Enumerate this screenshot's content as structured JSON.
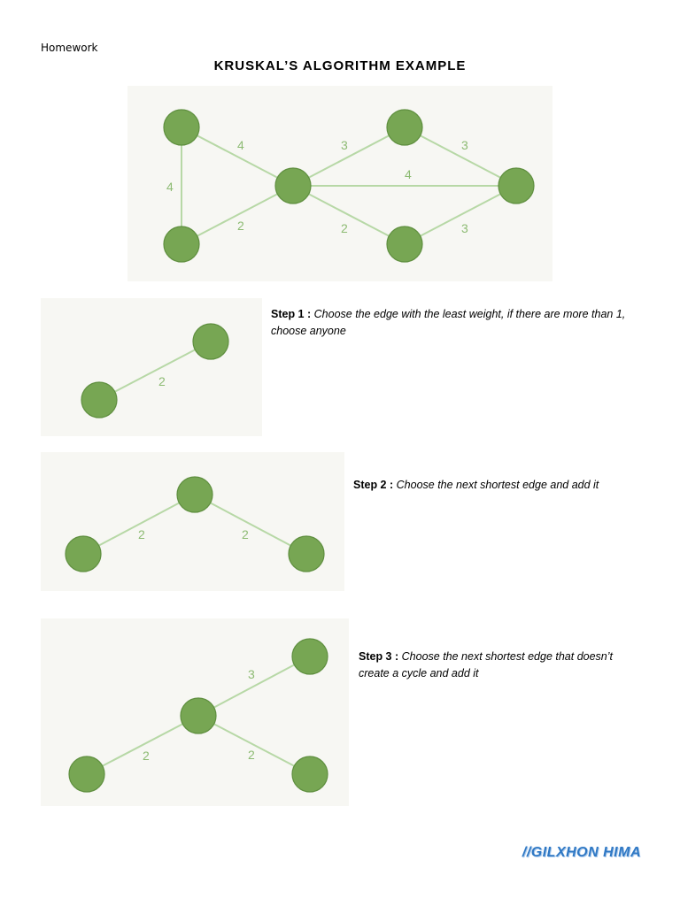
{
  "header": {
    "label": "Homework"
  },
  "title": "KRUSKAL’S ALGORITHM EXAMPLE",
  "main_graph": {
    "weights": [
      "4",
      "4",
      "2",
      "3",
      "4",
      "2",
      "3",
      "3"
    ]
  },
  "steps": [
    {
      "label": "Step 1 :",
      "text": "Choose the edge with the least weight, if there are more than 1, choose anyone",
      "weights": [
        "2"
      ]
    },
    {
      "label": "Step 2 :",
      "text": "Choose the next shortest edge and add it",
      "weights": [
        "2",
        "2"
      ]
    },
    {
      "label": "Step 3 :",
      "text": "Choose the next shortest edge that doesn’t create a cycle and add it",
      "weights": [
        "3",
        "2",
        "2"
      ]
    }
  ],
  "signature": "//GILXHON HIMA",
  "colors": {
    "node": "#77a653",
    "edge": "#b7d8a6",
    "label": "#8dbb73",
    "signature": "#2f78c4"
  }
}
